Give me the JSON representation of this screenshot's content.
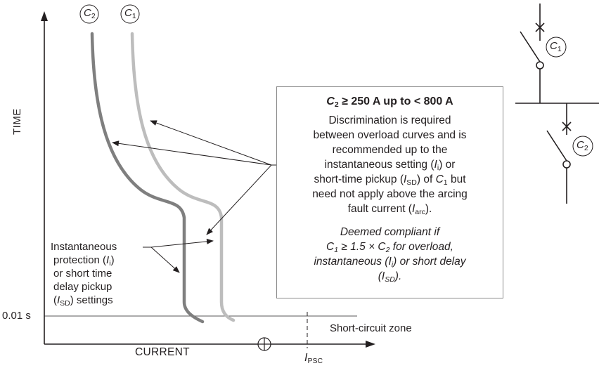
{
  "axes": {
    "y_label": "TIME",
    "x_label": "CURRENT",
    "y_tick": "0.01 s",
    "zone_label": "Short-circuit zone",
    "psc_label_main": "I",
    "psc_label_sub": "PSC"
  },
  "curves": {
    "c2": {
      "main": "C",
      "sub": "2",
      "color": "#7f7f7f"
    },
    "c1": {
      "main": "C",
      "sub": "1",
      "color": "#bdbdbd"
    }
  },
  "left_note": {
    "line1": "Instantaneous",
    "line2_a": "protection (",
    "line2_i": "I",
    "line2_sub": "i",
    "line2_b": ")",
    "line3": "or short time",
    "line4": "delay pickup",
    "line5_a": "(",
    "line5_i": "I",
    "line5_sub": "SD",
    "line5_b": ") settings"
  },
  "box": {
    "title_c": "C",
    "title_sub": "2",
    "title_rest": " ≥ 250 A up to < 800 A",
    "p1": {
      "l1": "Discrimination is required",
      "l2": "between overload curves and is",
      "l3": "recommended up to the",
      "l4_a": "instantaneous setting (",
      "l4_i": "I",
      "l4_sub": "i",
      "l4_b": ") or",
      "l5_a": "short-time pickup (",
      "l5_i": "I",
      "l5_sub": "SD",
      "l5_b": ") of ",
      "l5_c": "C",
      "l5_csub": "1",
      "l5_d": " but",
      "l6": "need not apply above the arcing",
      "l7_a": "fault current (",
      "l7_i": "I",
      "l7_sub": "arc",
      "l7_b": ")."
    },
    "p2": {
      "l1": "Deemed compliant if",
      "l2_a": "C",
      "l2_sub1": "1",
      "l2_b": " ≥ 1.5 × C",
      "l2_sub2": "2",
      "l2_c": " for overload,",
      "l3_a": "instantaneous (",
      "l3_i": "I",
      "l3_sub": "i",
      "l3_b": ") or short delay",
      "l4_a": "(",
      "l4_i": "I",
      "l4_sub": "SD",
      "l4_b": ")."
    }
  },
  "schematic": {
    "c1": {
      "main": "C",
      "sub": "1"
    },
    "c2": {
      "main": "C",
      "sub": "2"
    }
  }
}
